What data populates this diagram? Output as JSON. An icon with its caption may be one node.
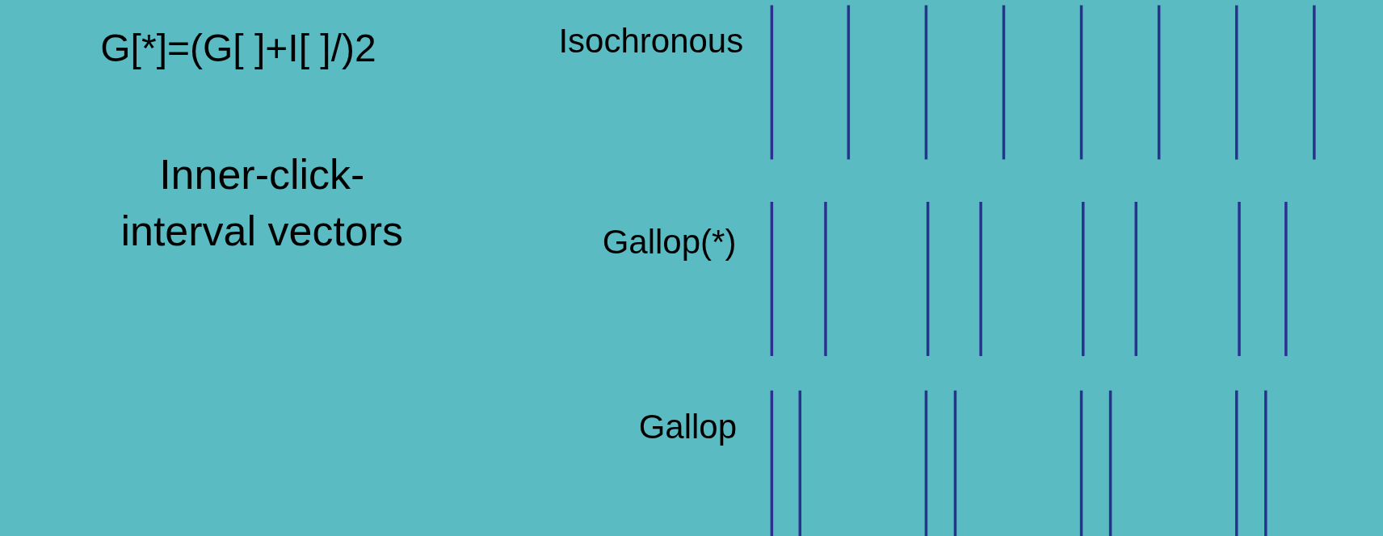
{
  "diagram": {
    "labels": [
      "G[*]=(G[ ]+I[ ]/)2",
      "Inner-click-interval vectors",
      "Isochronous",
      "Gallop(*)",
      "Gallop"
    ]
  }
}
